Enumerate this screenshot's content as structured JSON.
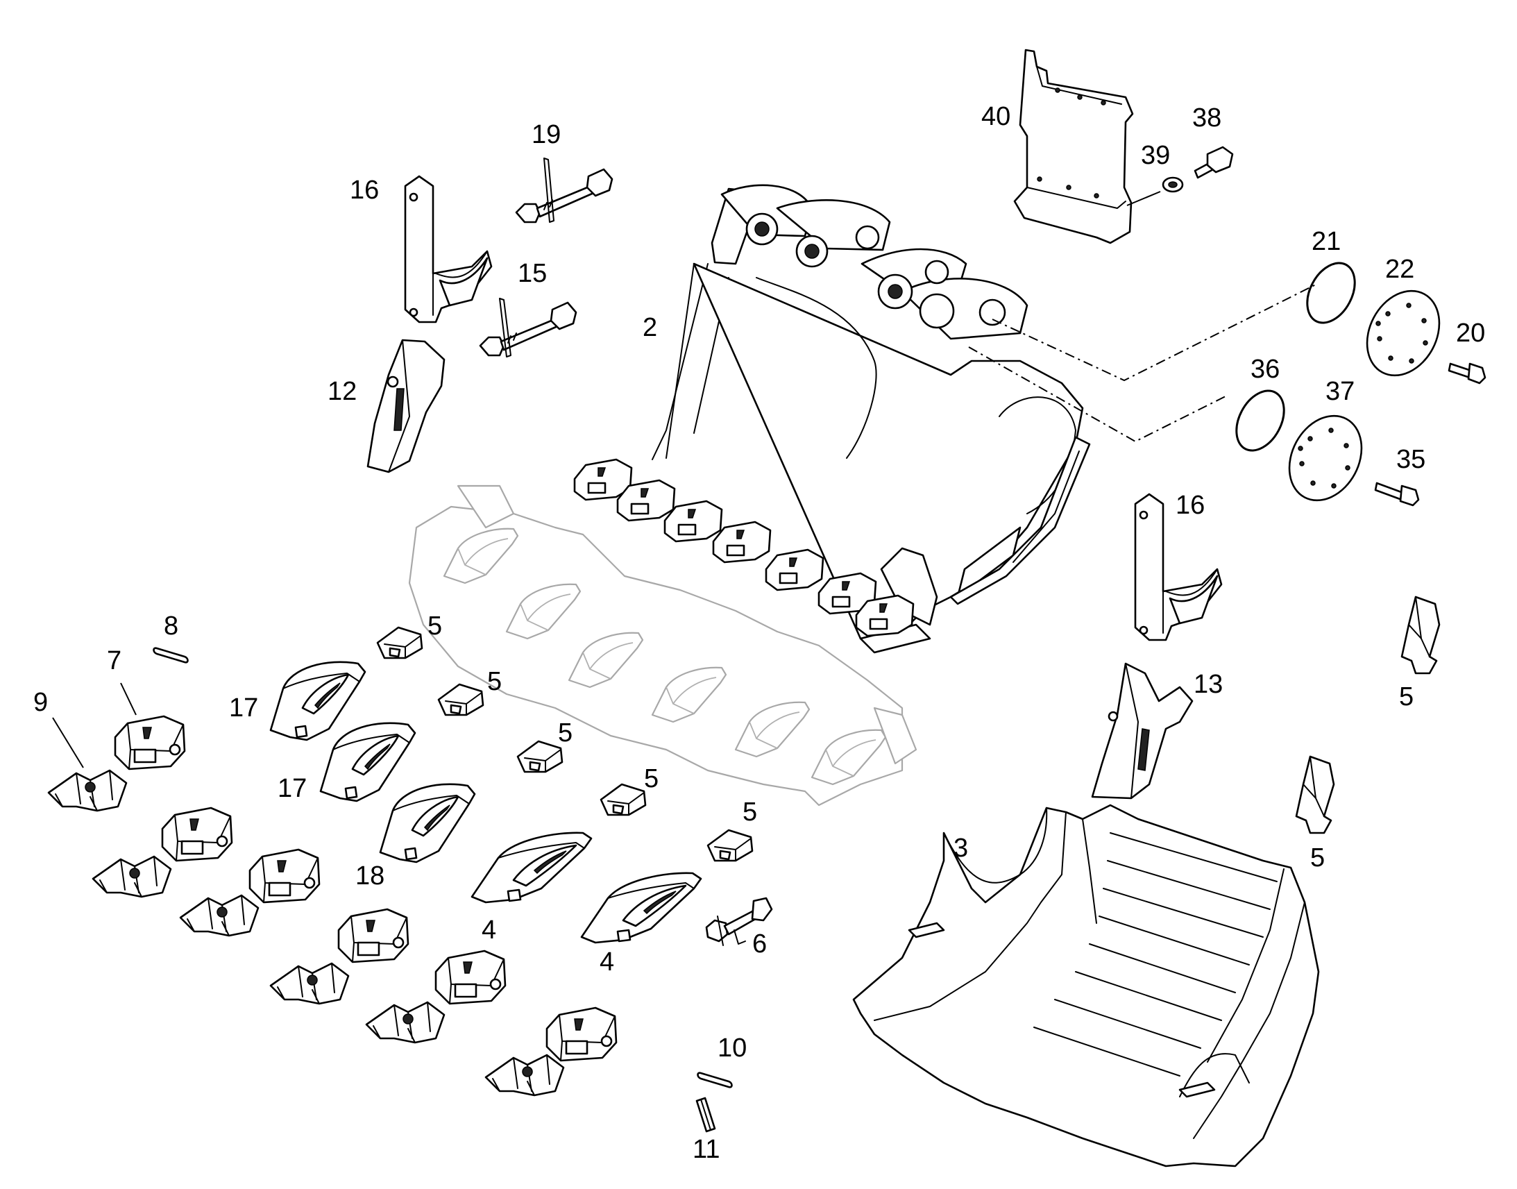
{
  "callouts": {
    "n2": "2",
    "n3": "3",
    "n4a": "4",
    "n4b": "4",
    "n5a": "5",
    "n5b": "5",
    "n5c": "5",
    "n5d": "5",
    "n5e": "5",
    "n5f": "5",
    "n5g": "5",
    "n6": "6",
    "n7": "7",
    "n8": "8",
    "n9": "9",
    "n10": "10",
    "n11": "11",
    "n12": "12",
    "n13": "13",
    "n15": "15",
    "n16a": "16",
    "n16b": "16",
    "n17a": "17",
    "n17b": "17",
    "n18": "18",
    "n19": "19",
    "n20": "20",
    "n21": "21",
    "n22": "22",
    "n35": "35",
    "n36": "36",
    "n37": "37",
    "n38": "38",
    "n39": "39",
    "n40": "40"
  }
}
